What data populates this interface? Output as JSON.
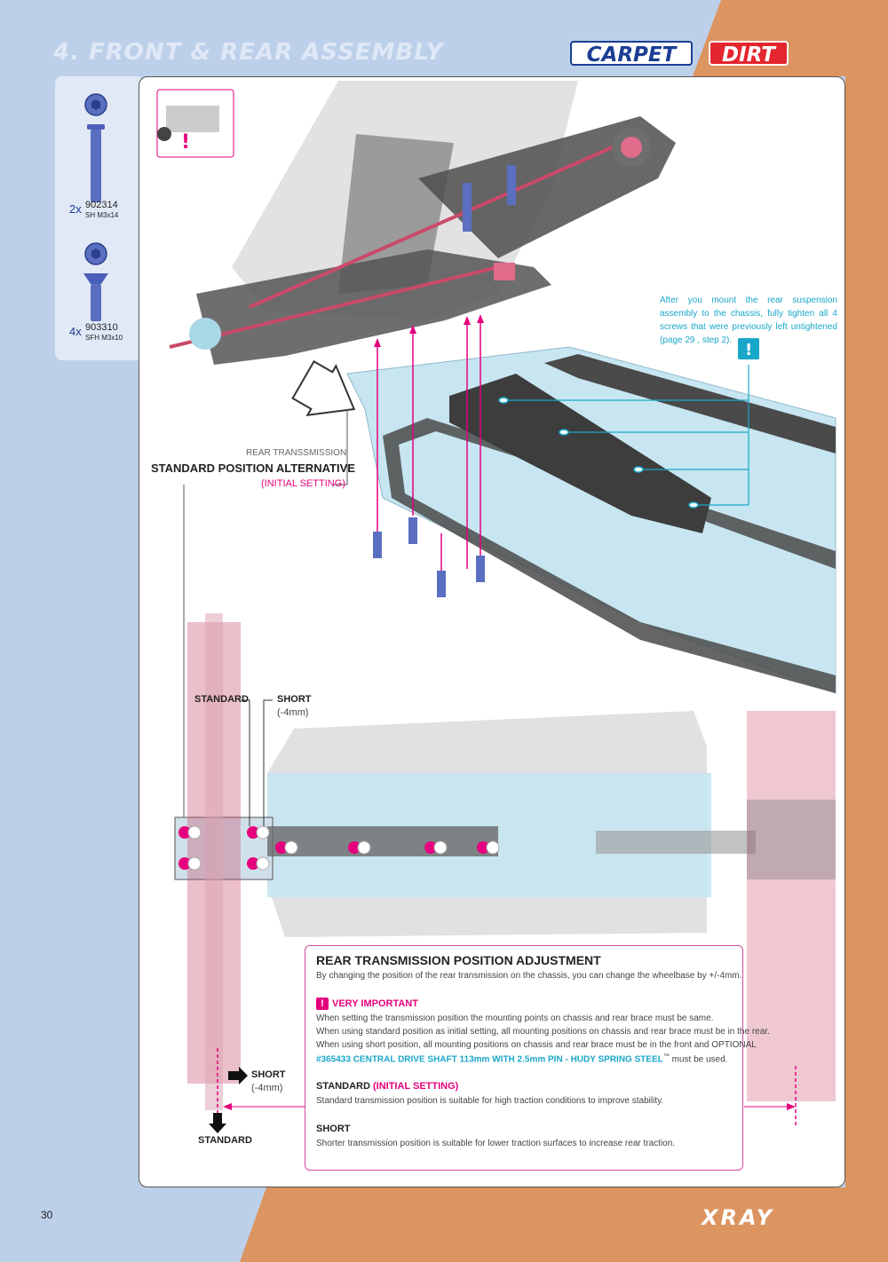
{
  "header": {
    "section_title": "4. FRONT & REAR ASSEMBLY",
    "tag_carpet": "CARPET",
    "tag_dirt": "DIRT"
  },
  "parts": [
    {
      "qty": "2x",
      "code": "902314",
      "desc": "SH M3x14"
    },
    {
      "qty": "4x",
      "code": "903310",
      "desc": "SFH M3x10"
    }
  ],
  "top_note": "After you mount the rear suspension assembly to the chassis, fully tighten all 4 screws that were previously left untightened (page 29 , step 2).",
  "labels": {
    "rear_transmission": "REAR TRANSSMISSION",
    "standard_alt": "STANDARD POSITION ALTERNATIVE",
    "initial_setting": "(INITIAL SETTING)",
    "standard": "STANDARD",
    "short": "SHORT",
    "short_mm": "(-4mm)",
    "bottom_short": "SHORT",
    "bottom_short_mm": "(-4mm)",
    "bottom_standard": "STANDARD"
  },
  "info": {
    "title": "REAR TRANSMISSION POSITION ADJUSTMENT",
    "intro": "By changing the position of the rear transmission on the chassis, you can change the wheelbase by +/-4mm.",
    "very_important": "VERY IMPORTANT",
    "vi_line1": "When setting the transmission position the mounting points on chassis and rear brace must be same.",
    "vi_line2": "When using standard position as initial setting, all mounting positions on chassis and rear brace must be in the rear.",
    "vi_line3": "When using short position, all mounting positions on chassis and rear brace must be in the front and OPTIONAL",
    "vi_line4_cyan": "#365433 CENTRAL DRIVE SHAFT 113mm WITH 2.5mm PIN - HUDY SPRING STEEL",
    "vi_line4_tm": "™",
    "vi_line4_end": " must be used.",
    "standard_title": "STANDARD",
    "standard_initial": "(INITIAL SETTING)",
    "standard_desc": "Standard transmission position is suitable for high traction conditions to improve stability.",
    "short_title": "SHORT",
    "short_desc": "Shorter transmission position is suitable for lower traction surfaces to increase rear traction."
  },
  "footer": {
    "page_number": "30",
    "logo": "XRAY"
  },
  "colors": {
    "accent_pink": "#e5007e",
    "accent_cyan": "#19a7c9",
    "bg_blue": "#bdd0ea",
    "bg_orange": "#dc9460",
    "brand_blue": "#1b3e93"
  },
  "icons": [
    "screw-icon",
    "warning-icon",
    "arrow-icon"
  ]
}
